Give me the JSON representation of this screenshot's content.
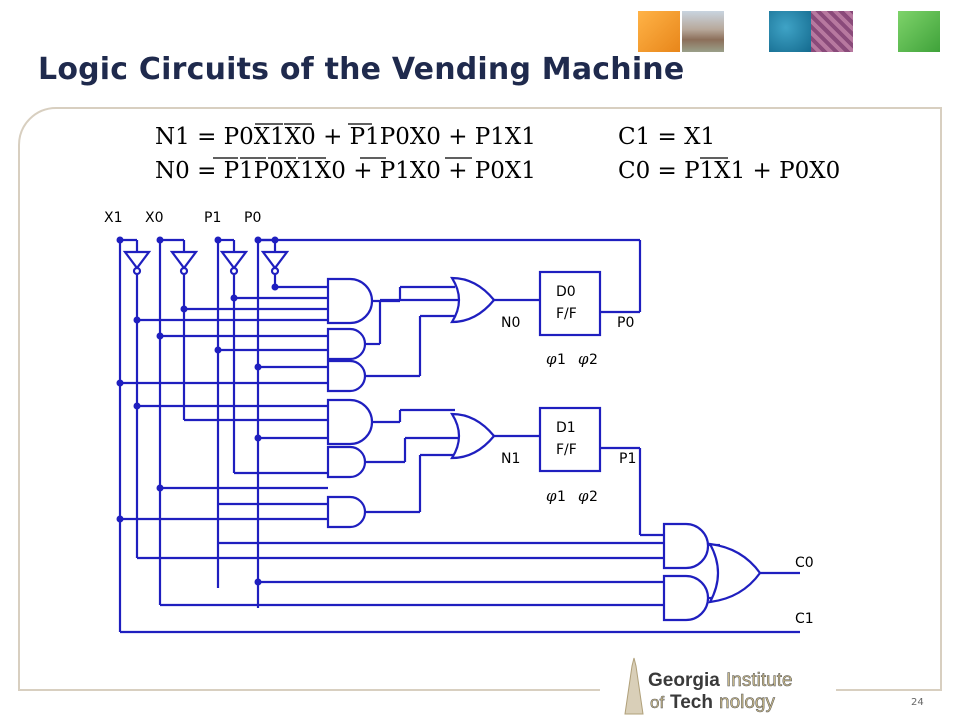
{
  "slide": {
    "title": "Logic Circuits of the Vending Machine",
    "page_number": "24"
  },
  "equations": {
    "n1": "N1 = P0X1X0 + P1P0X0 + P1X1",
    "n0": "N0 = P1P0X1X0 + P1X0 + P0X1",
    "c1": "C1 = X1",
    "c0": "C0 = P1X1 + P0X0"
  },
  "inputs": [
    "X1",
    "X0",
    "P1",
    "P0"
  ],
  "flipflops": [
    {
      "name": "D0",
      "type": "F/F",
      "input": "N0",
      "output": "P0",
      "clk1": "1",
      "clk2": "2"
    },
    {
      "name": "D1",
      "type": "F/F",
      "input": "N1",
      "output": "P1",
      "clk1": "1",
      "clk2": "2"
    }
  ],
  "outputs": {
    "c0": "C0",
    "c1": "C1"
  },
  "logo": {
    "line1a": "Georgia",
    "line1b": "Institute",
    "line2a": "of",
    "line2b": "Tech",
    "line2c": "nology"
  },
  "colors": {
    "wire": "#1f1fbf",
    "title": "#1f2a4d",
    "frame": "#d8cfc0"
  }
}
